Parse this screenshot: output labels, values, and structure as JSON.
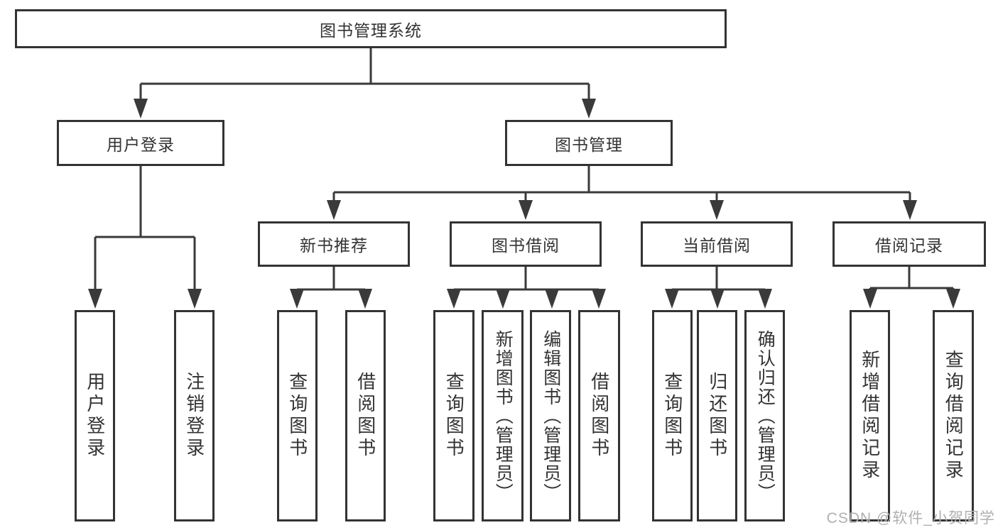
{
  "tree": {
    "root": {
      "label": "图书管理系统"
    },
    "branches": [
      {
        "label": "用户登录",
        "children": [
          {
            "label": "用户登录"
          },
          {
            "label": "注销登录"
          }
        ]
      },
      {
        "label": "图书管理",
        "children": [
          {
            "label": "新书推荐",
            "children": [
              {
                "label": "查询图书"
              },
              {
                "label": "借阅图书"
              }
            ]
          },
          {
            "label": "图书借阅",
            "children": [
              {
                "label": "查询图书"
              },
              {
                "label": "新增图书（管理员）"
              },
              {
                "label": "编辑图书（管理员）"
              },
              {
                "label": "借阅图书"
              }
            ]
          },
          {
            "label": "当前借阅",
            "children": [
              {
                "label": "查询图书"
              },
              {
                "label": "归还图书"
              },
              {
                "label": "确认归还（管理员）"
              }
            ]
          },
          {
            "label": "借阅记录",
            "children": [
              {
                "label": "新增借阅记录"
              },
              {
                "label": "查询借阅记录"
              }
            ]
          }
        ]
      }
    ]
  },
  "watermark": {
    "text": "CSDN @软件_小贺同学"
  },
  "colors": {
    "line": "#3a3a3a",
    "box_border": "#333333",
    "box_fill": "#ffffff",
    "text": "#333333",
    "watermark": "#b0b0b0",
    "background": "#ffffff"
  }
}
